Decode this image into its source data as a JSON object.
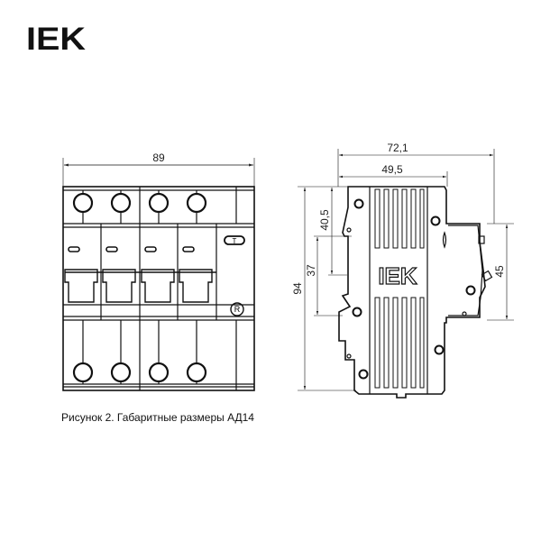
{
  "logo": {
    "text": "IEK"
  },
  "front_view": {
    "width_label": "89"
  },
  "side_view": {
    "depth_label": "72,1",
    "body_depth_label": "49,5",
    "height_label": "94",
    "rail_offset_label": "40,5",
    "rail_height_label": "37",
    "front_height_label": "45",
    "body_logo": "IEK"
  },
  "markings": {
    "test_button": "T",
    "reset_mark": "R"
  },
  "caption": "Рисунок 2. Габаритные размеры АД14",
  "colors": {
    "ink": "#111111",
    "brand_logo": "#111111"
  }
}
